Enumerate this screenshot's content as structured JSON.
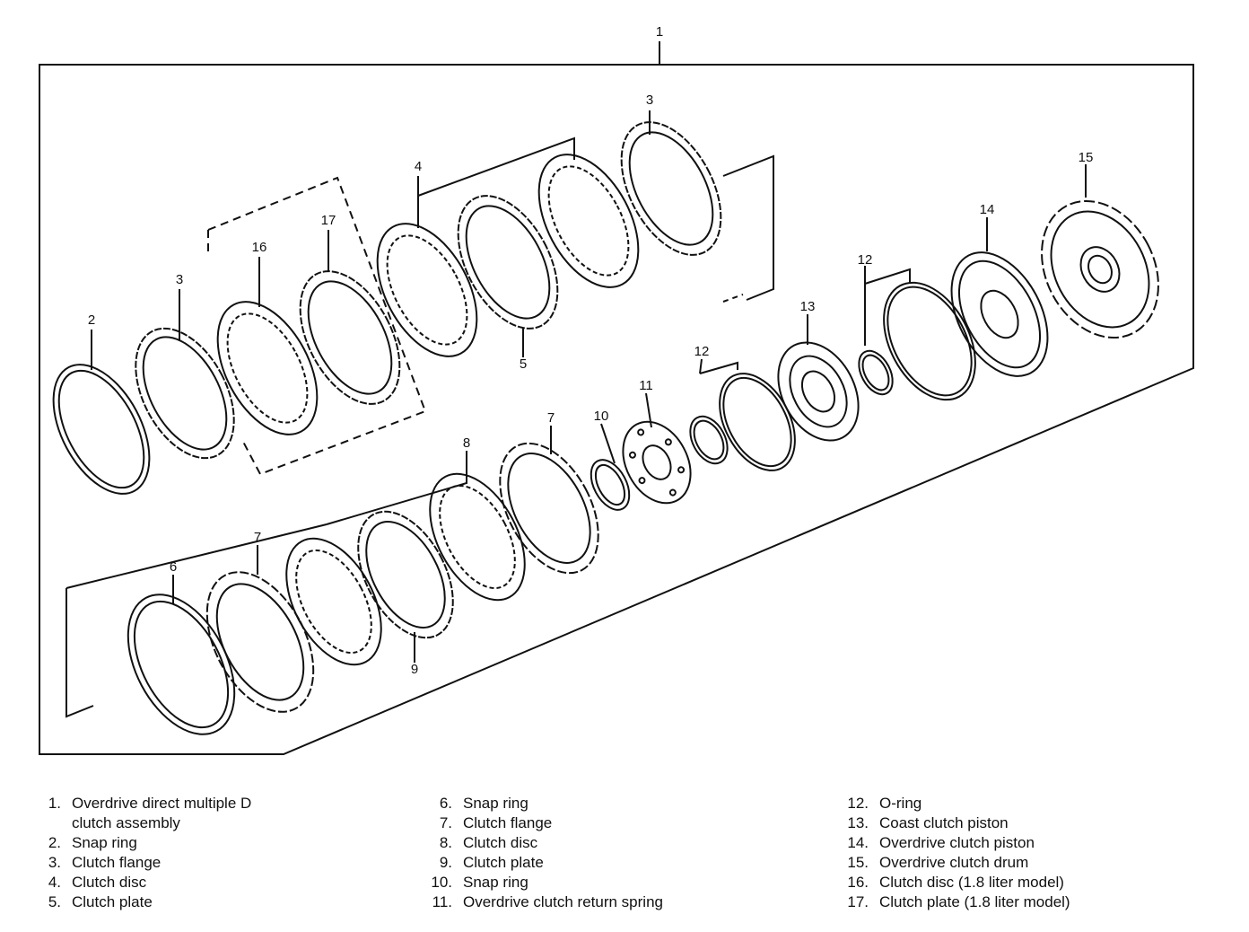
{
  "diagram": {
    "callouts": {
      "assembly": "1",
      "snap_ring_top": "2",
      "flange_top": "3",
      "flange_top_right": "3",
      "disc_top": "4",
      "plate_top": "5",
      "snap_ring_bottom": "6",
      "flange_bottom_left": "7",
      "flange_bottom_right": "7",
      "disc_bottom": "8",
      "plate_bottom": "9",
      "snap_ring_small": "10",
      "return_spring": "11",
      "oring_a": "12",
      "oring_b": "12",
      "coast_piston": "13",
      "od_piston": "14",
      "od_drum": "15",
      "disc_18": "16",
      "plate_18": "17"
    }
  },
  "legend": {
    "col1": [
      {
        "num": "1.",
        "text": "Overdrive direct multiple D"
      },
      {
        "num": "",
        "text": "clutch assembly"
      },
      {
        "num": "2.",
        "text": "Snap ring"
      },
      {
        "num": "3.",
        "text": "Clutch flange"
      },
      {
        "num": "4.",
        "text": "Clutch disc"
      },
      {
        "num": "5.",
        "text": "Clutch plate"
      }
    ],
    "col2": [
      {
        "num": "6.",
        "text": "Snap ring"
      },
      {
        "num": "7.",
        "text": "Clutch flange"
      },
      {
        "num": "8.",
        "text": "Clutch disc"
      },
      {
        "num": "9.",
        "text": "Clutch plate"
      },
      {
        "num": "10.",
        "text": "Snap ring"
      },
      {
        "num": "11.",
        "text": "Overdrive clutch return spring"
      }
    ],
    "col3": [
      {
        "num": "12.",
        "text": "O-ring"
      },
      {
        "num": "13.",
        "text": "Coast clutch piston"
      },
      {
        "num": "14.",
        "text": "Overdrive clutch piston"
      },
      {
        "num": "15.",
        "text": "Overdrive clutch drum"
      },
      {
        "num": "16.",
        "text": "Clutch disc (1.8 liter model)"
      },
      {
        "num": "17.",
        "text": "Clutch plate (1.8 liter model)"
      }
    ]
  }
}
